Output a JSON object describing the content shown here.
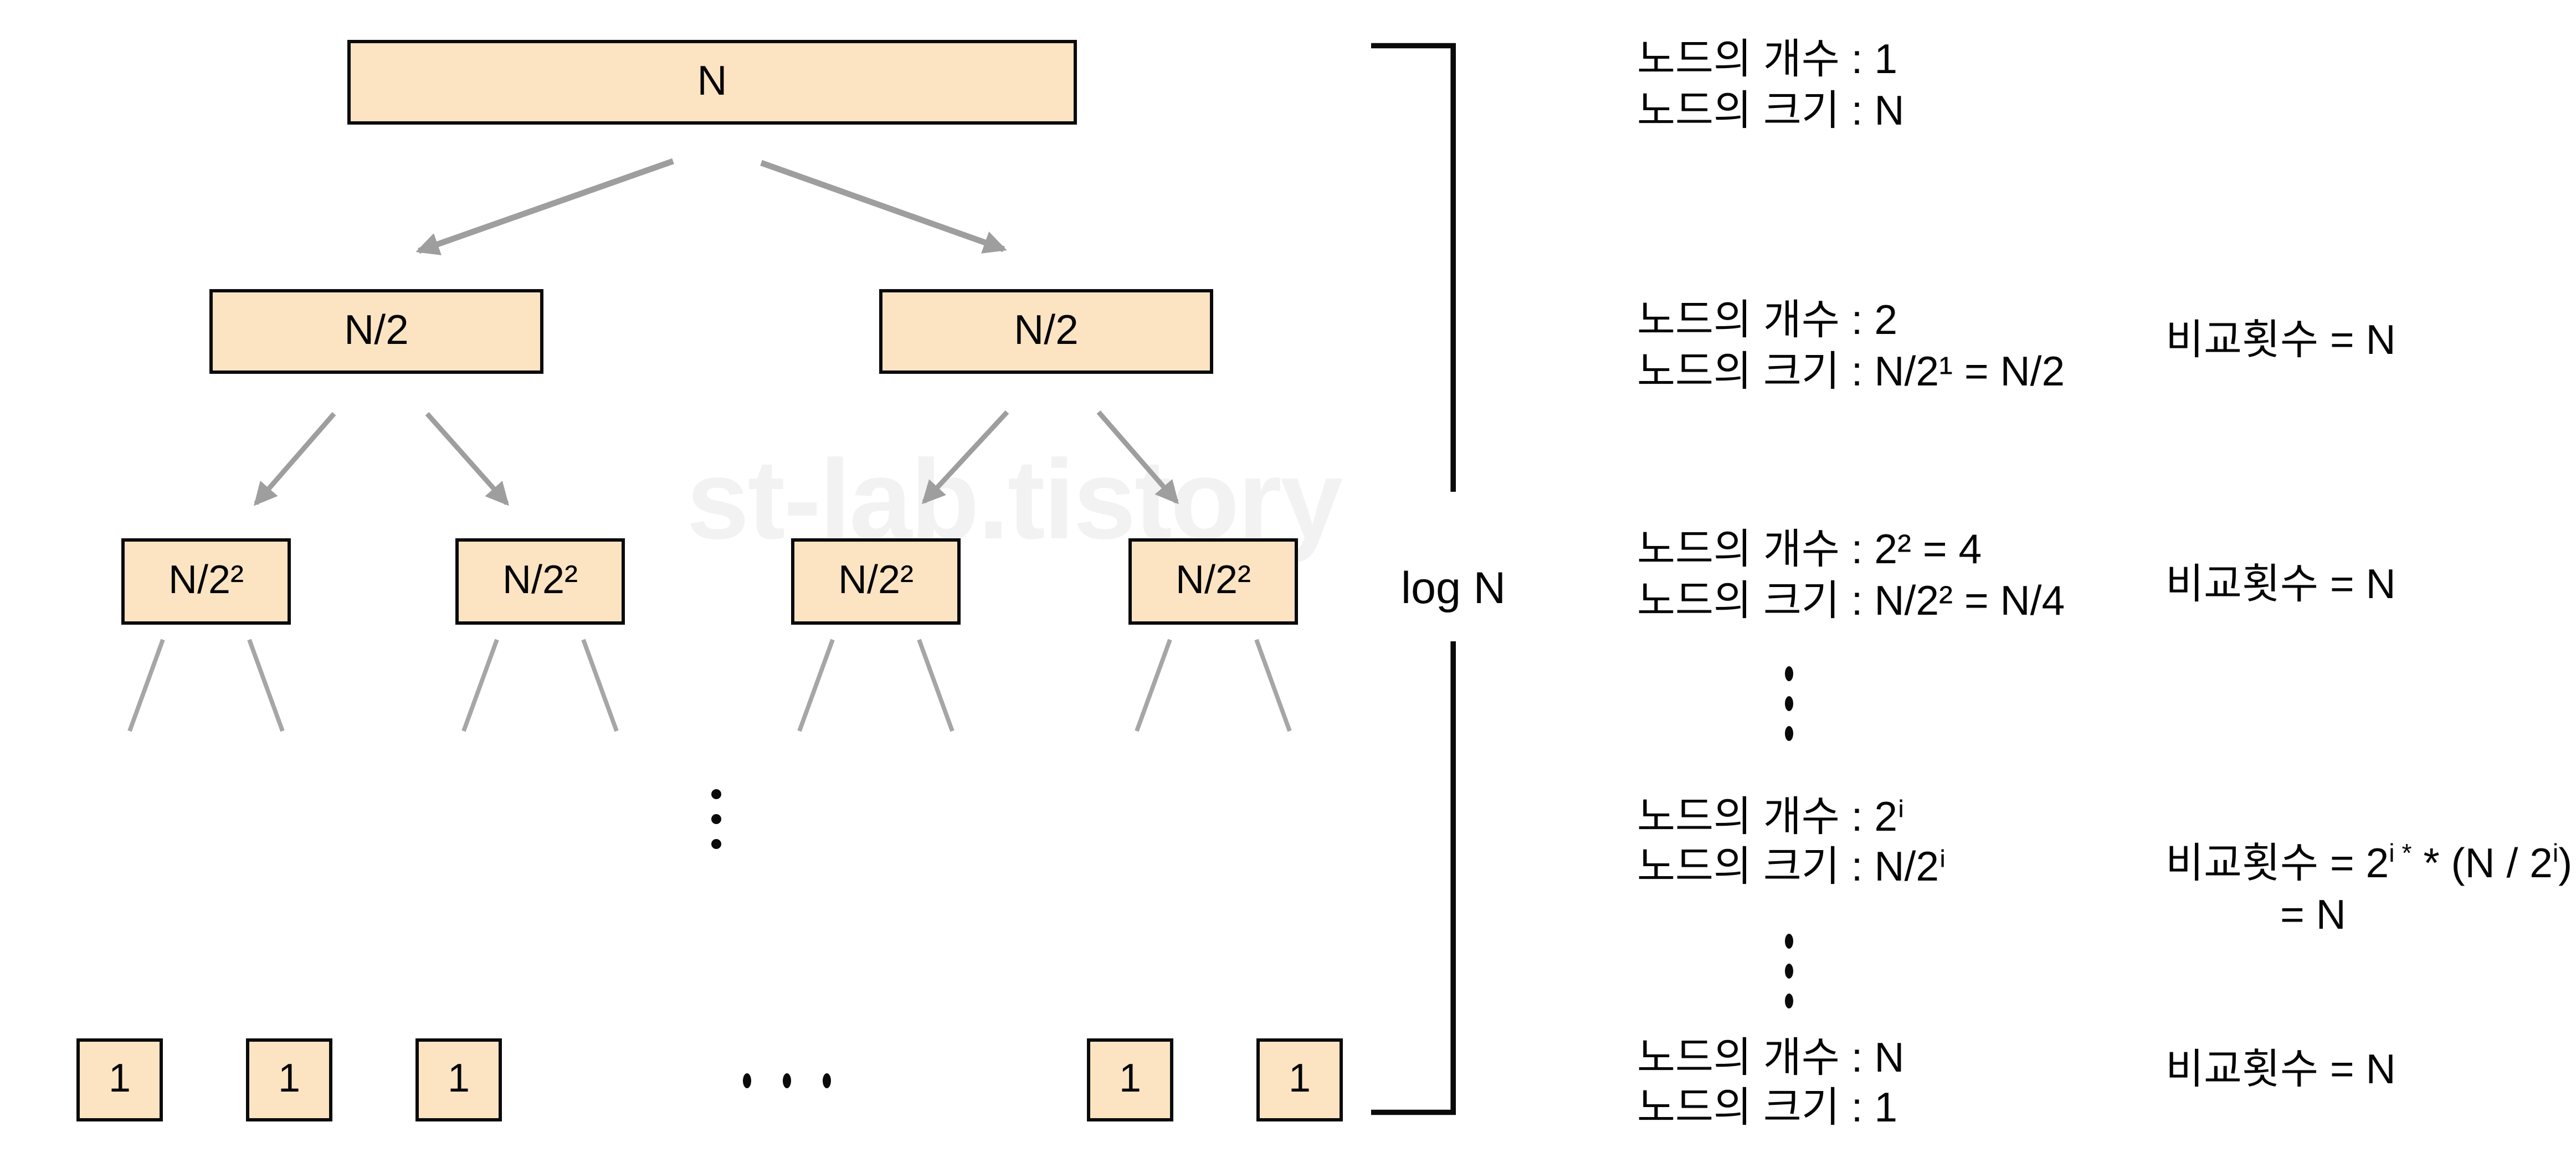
{
  "watermark": "st-lab.tistory",
  "bracket": {
    "label": "log N"
  },
  "tree": {
    "root": {
      "label": "N"
    },
    "level2": [
      {
        "label": "N/2"
      },
      {
        "label": "N/2"
      }
    ],
    "level3": [
      {
        "label": "N/2²"
      },
      {
        "label": "N/2²"
      },
      {
        "label": "N/2²"
      },
      {
        "label": "N/2²"
      }
    ],
    "leaves": [
      {
        "label": "1"
      },
      {
        "label": "1"
      },
      {
        "label": "1"
      },
      {
        "label": "1"
      },
      {
        "label": "1"
      }
    ]
  },
  "annotations": {
    "row1": {
      "count": "노드의 개수 : 1",
      "size": "노드의 크기 : N"
    },
    "row2": {
      "count": "노드의 개수 : 2",
      "size": "노드의 크기 : N/2¹ = N/2"
    },
    "row3": {
      "count": "노드의 개수 : 2² = 4",
      "size": "노드의 크기 : N/2² = N/4"
    },
    "rowi": {
      "count": "노드의 개수 : 2ⁱ",
      "size": "노드의 크기 : N/2ⁱ"
    },
    "rown": {
      "count": "노드의 개수 : N",
      "size": "노드의 크기 : 1"
    }
  },
  "comparisons": {
    "row2": "비교횟수 = N",
    "row3": "비교횟수 = N",
    "rowi": {
      "p1": "비교횟수 = 2",
      "sup1": "i *",
      "p2": " * (N / 2",
      "sup2": "i",
      "p3": ")",
      "line2": "= N"
    },
    "rown": "비교횟수 = N"
  },
  "colors": {
    "node_fill": "#fce4c2",
    "node_border": "#0a0a0a",
    "edge_gray": "#9e9e9e",
    "watermark_gray": "#f2f2f2",
    "text": "#050505"
  }
}
